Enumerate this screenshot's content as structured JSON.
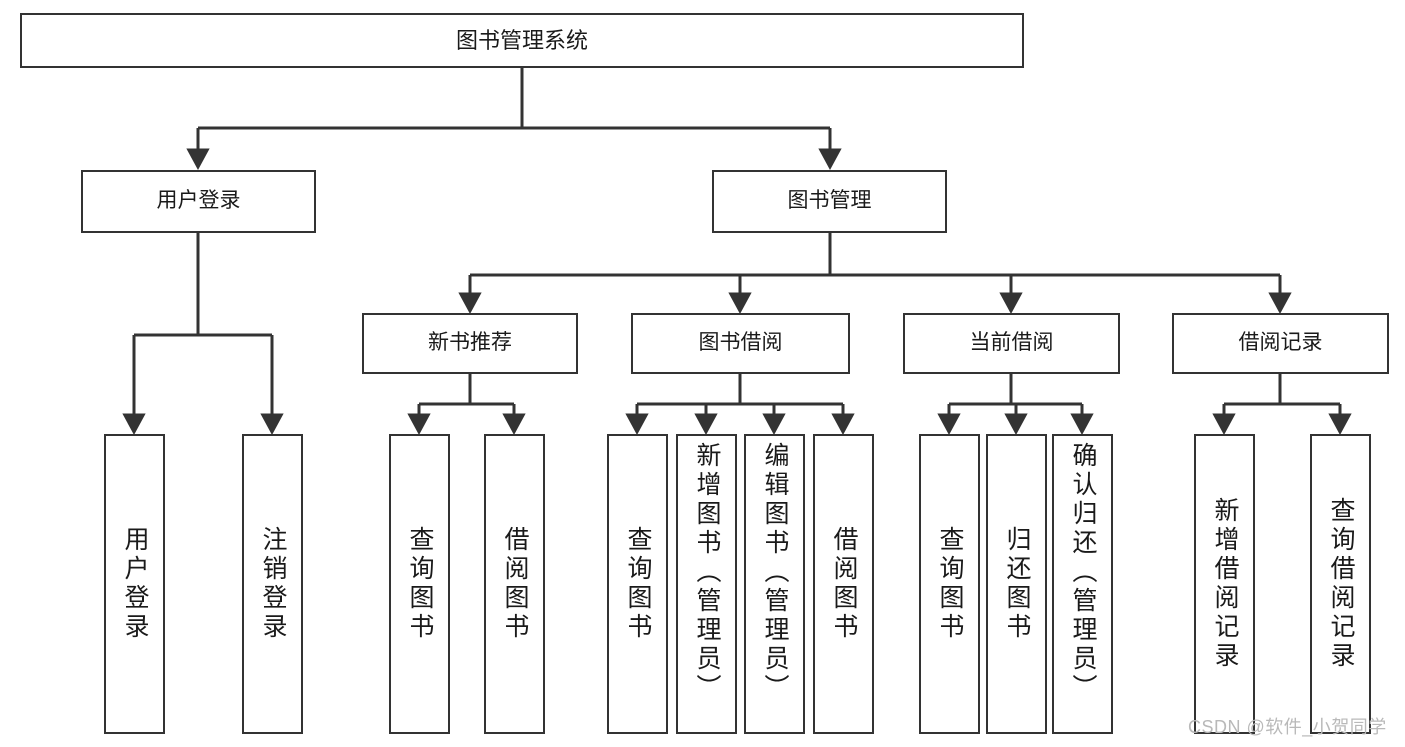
{
  "diagram": {
    "type": "tree-hierarchy",
    "title": "图书管理系统",
    "watermark": "CSDN @软件_小贺同学",
    "colors": {
      "box_border": "#333333",
      "box_fill": "#ffffff",
      "connector": "#333333",
      "text": "#1a1a1a",
      "watermark": "#b9b9b9",
      "background": "#ffffff"
    },
    "levels": {
      "root": {
        "label": "图书管理系统"
      },
      "level2": [
        {
          "id": "user-login",
          "label": "用户登录"
        },
        {
          "id": "book-manage",
          "label": "图书管理"
        }
      ],
      "level3": [
        {
          "id": "new-book-rec",
          "label": "新书推荐",
          "parent": "book-manage"
        },
        {
          "id": "book-borrow",
          "label": "图书借阅",
          "parent": "book-manage"
        },
        {
          "id": "current-borrow",
          "label": "当前借阅",
          "parent": "book-manage"
        },
        {
          "id": "borrow-record",
          "label": "借阅记录",
          "parent": "book-manage"
        }
      ],
      "leaves": [
        {
          "id": "leaf-user-login",
          "label": "用户登录",
          "parent": "user-login",
          "orientation": "vertical"
        },
        {
          "id": "leaf-logout",
          "label": "注销登录",
          "parent": "user-login",
          "orientation": "vertical"
        },
        {
          "id": "leaf-query-book-rec",
          "label": "查询图书",
          "parent": "new-book-rec",
          "orientation": "vertical"
        },
        {
          "id": "leaf-borrow-book-rec",
          "label": "借阅图书",
          "parent": "new-book-rec",
          "orientation": "vertical"
        },
        {
          "id": "leaf-query-book-borrow",
          "label": "查询图书",
          "parent": "book-borrow",
          "orientation": "vertical"
        },
        {
          "id": "leaf-add-book",
          "label": "新增图书（管理员）",
          "parent": "book-borrow",
          "orientation": "vertical"
        },
        {
          "id": "leaf-edit-book",
          "label": "编辑图书（管理员）",
          "parent": "book-borrow",
          "orientation": "vertical"
        },
        {
          "id": "leaf-borrow-book",
          "label": "借阅图书",
          "parent": "book-borrow",
          "orientation": "vertical"
        },
        {
          "id": "leaf-query-book-current",
          "label": "查询图书",
          "parent": "current-borrow",
          "orientation": "vertical"
        },
        {
          "id": "leaf-return-book",
          "label": "归还图书",
          "parent": "current-borrow",
          "orientation": "vertical"
        },
        {
          "id": "leaf-confirm-return",
          "label": "确认归还（管理员）",
          "parent": "current-borrow",
          "orientation": "vertical"
        },
        {
          "id": "leaf-add-record",
          "label": "新增借阅记录",
          "parent": "borrow-record",
          "orientation": "vertical"
        },
        {
          "id": "leaf-query-record",
          "label": "查询借阅记录",
          "parent": "borrow-record",
          "orientation": "vertical"
        }
      ]
    }
  }
}
